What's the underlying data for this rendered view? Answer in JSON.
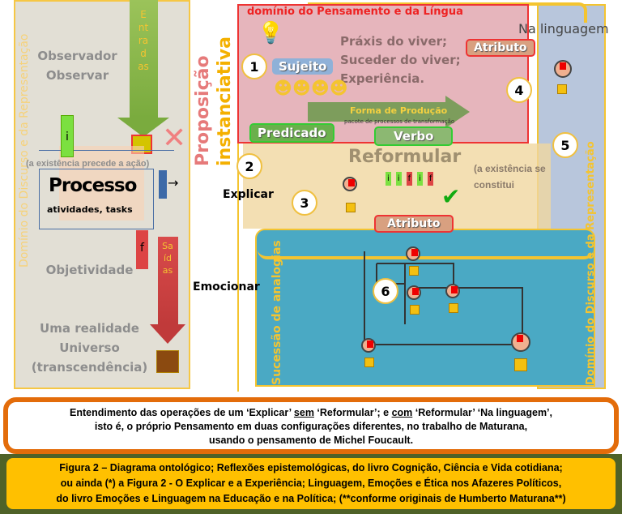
{
  "left_panel": {
    "domain_label": "Domínio do Discurso e da Representação",
    "observer": "Observador",
    "observe": "Observar",
    "entradas": "Entradas",
    "input_tag": "i",
    "existence_precedes": "(a existência precede a ação)",
    "process_title": "Processo",
    "process_sub": "atividades, tasks",
    "output_tag": "f",
    "objectivity": "Objetividade",
    "saidas": "Saídas",
    "reality": "Uma realidade",
    "universe": "Universo",
    "transcendence": "(transcendência)"
  },
  "proposition": {
    "line1": "Proposição",
    "line2": "instanciativa"
  },
  "middle": {
    "explicar": "Explicar",
    "emocionar": "Emocionar"
  },
  "right": {
    "thought_domain": "domínio do Pensamento e da Língua",
    "praxis": "Práxis do viver;",
    "happening": "Suceder do viver;",
    "experience": "Experiência.",
    "in_language": "Na linguagem",
    "subject": "Sujeito",
    "predicate": "Predicado",
    "verb": "Verbo",
    "attribute_top": "Atributo",
    "attribute_bottom": "Atributo",
    "production_form": "Forma de Produção",
    "production_sub": "pacote de processos de transformação",
    "reformulate": "Reformular",
    "existence_constituted": "(a existência se constitui",
    "analogies": "Sucessão de analogias",
    "domain_right": "Domínio do Discurso e da Representação",
    "numbers": [
      "1",
      "2",
      "3",
      "4",
      "5",
      "6"
    ],
    "tags": [
      "i",
      "i",
      "f",
      "i",
      "f"
    ]
  },
  "caption_box": {
    "line1_a": "Entendimento das operações de um ‘Explicar’ ",
    "sem": "sem",
    "line1_b": " ‘Reformular’; e ",
    "com": "com",
    "line1_c": " ‘Reformular’ ‘Na linguagem’,",
    "line2": "isto é, o próprio Pensamento em duas configurações diferentes, no trabalho de Maturana,",
    "line3": "usando o pensamento de Michel Foucault."
  },
  "figure_caption": {
    "line1": "Figura 2 – Diagrama ontológico; Reflexões epistemológicas, do livro Cognição, Ciência e Vida cotidiana;",
    "line2": "ou ainda (*) a Figura 2 - O Explicar e a Experiência; Linguagem, Emoções e Ética nos Afazeres Políticos,",
    "line3": "do livro Emoções e Linguagem na Educação e na Política; (**conforme originais de Humberto Maturana**)"
  },
  "colors": {
    "accent_orange": "#e36c0a",
    "caption_yellow": "#ffc000",
    "teal": "#4aa9c4",
    "band_green": "#4f6228"
  }
}
